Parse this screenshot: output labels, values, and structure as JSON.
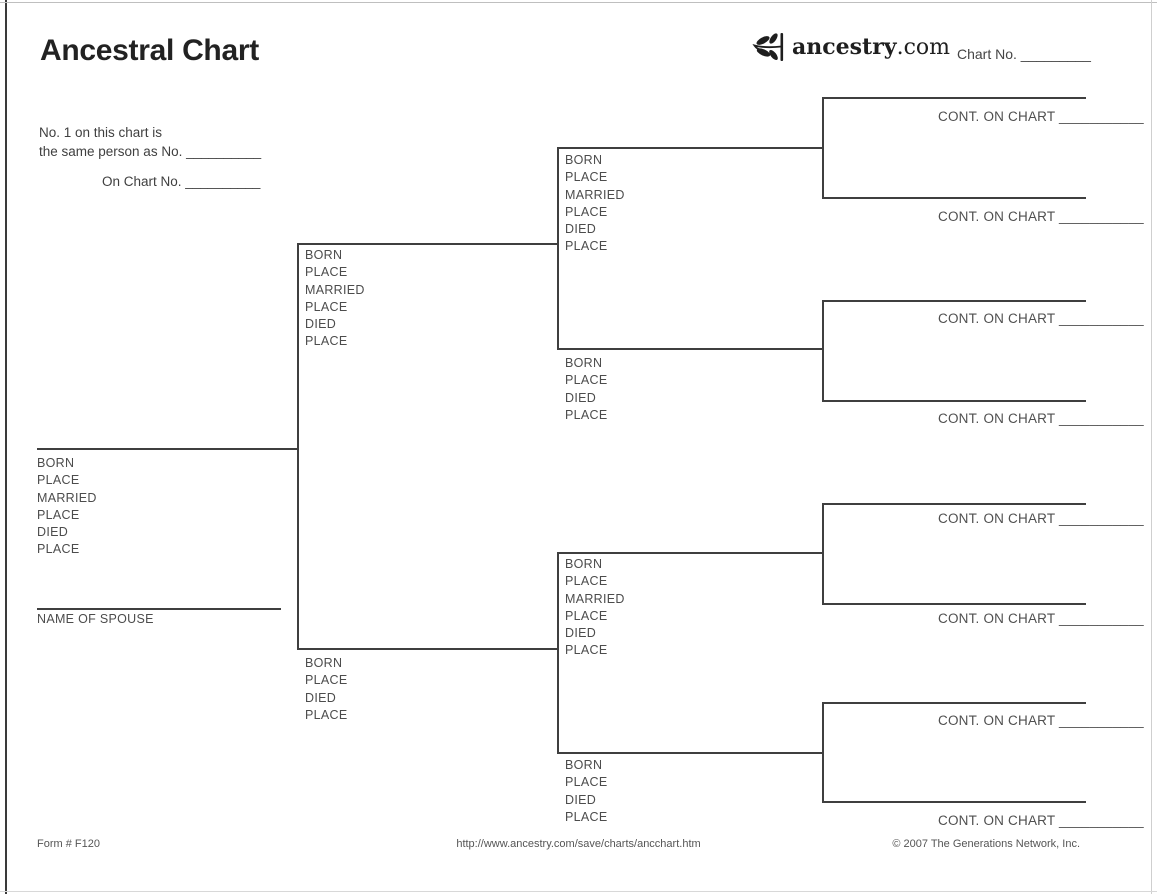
{
  "page": {
    "title": "Ancestral Chart",
    "brand": {
      "name": "ancestry",
      "suffix": ".com"
    },
    "chart_no": "Chart No. _________"
  },
  "reference": {
    "line1": "No. 1 on this chart is",
    "line2": "the same person as No. __________",
    "line3": "On Chart No. __________"
  },
  "persons": {
    "p1": {
      "lines": [
        "BORN",
        "PLACE",
        "MARRIED",
        "PLACE",
        "DIED",
        "PLACE"
      ]
    },
    "p2": {
      "lines": [
        "BORN",
        "PLACE",
        "MARRIED",
        "PLACE",
        "DIED",
        "PLACE"
      ]
    },
    "p3": {
      "lines": [
        "BORN",
        "PLACE",
        "DIED",
        "PLACE"
      ]
    },
    "p4": {
      "lines": [
        "BORN",
        "PLACE",
        "MARRIED",
        "PLACE",
        "DIED",
        "PLACE"
      ]
    },
    "p5": {
      "lines": [
        "BORN",
        "PLACE",
        "DIED",
        "PLACE"
      ]
    },
    "p6": {
      "lines": [
        "BORN",
        "PLACE",
        "MARRIED",
        "PLACE",
        "DIED",
        "PLACE"
      ]
    },
    "p7": {
      "lines": [
        "BORN",
        "PLACE",
        "DIED",
        "PLACE"
      ]
    },
    "spouse_label": "NAME OF SPOUSE"
  },
  "cont_label": "CONT. ON CHART ___________",
  "footer": {
    "form_number": "Form # F120",
    "url": "http://www.ancestry.com/save/charts/ancchart.htm",
    "copyright": "© 2007 The Generations Network, Inc."
  }
}
